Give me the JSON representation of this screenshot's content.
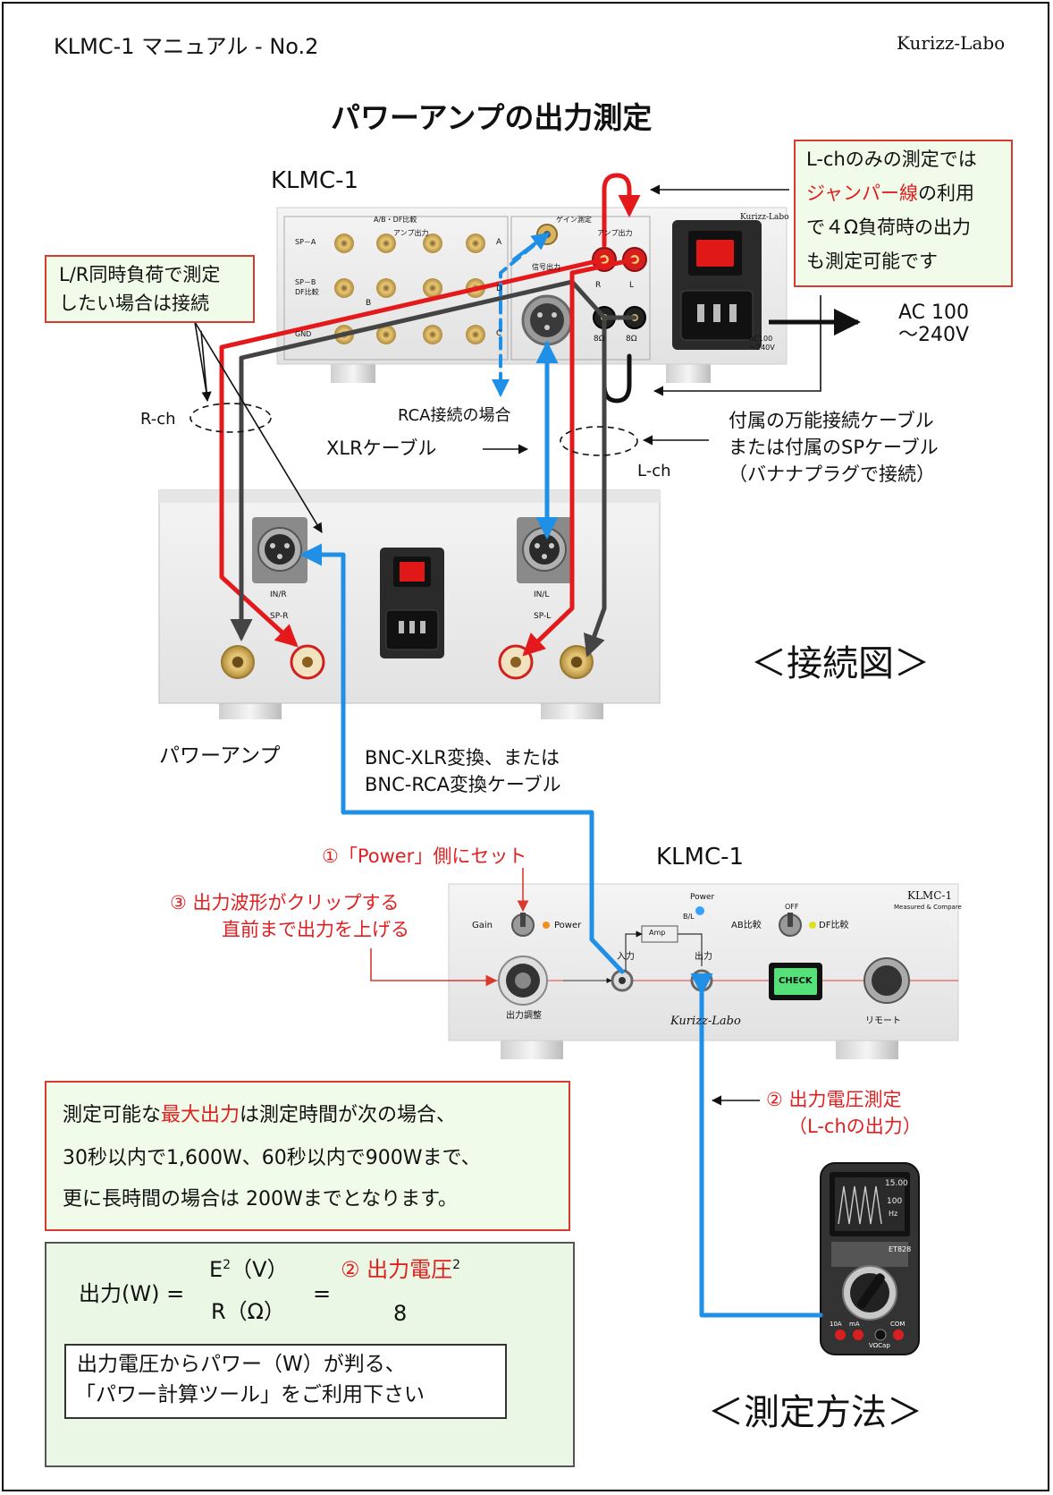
{
  "header": {
    "doc_title": "KLMC-1 マニュアル - No.2",
    "brand": "Kurizz-Labo",
    "main_title": "パワーアンプの出力測定"
  },
  "labels": {
    "klmc_top": "KLMC-1",
    "klmc_front": "KLMC-1",
    "power_amp": "パワーアンプ",
    "rch": "R-ch",
    "lch": "L-ch",
    "rca_case": "RCA接続の場合",
    "xlr_cable": "XLRケーブル",
    "ac": "AC 100",
    "ac2": "～240V",
    "accessory1": "付属の万能接続ケーブル",
    "accessory2": "または付属のSPケーブル",
    "accessory3": "（バナナプラグで接続）",
    "bnc1": "BNC-XLR変換、または",
    "bnc2": "BNC-RCA変換ケーブル",
    "step1": "①「Power」側にセット",
    "step3a": "③ 出力波形がクリップする",
    "step3b": "直前まで出力を上げる",
    "step2a": "② 出力電圧測定",
    "step2b": "（L-chの出力）",
    "conn_diagram": "＜接続図＞",
    "method": "＜測定方法＞"
  },
  "notes": {
    "lr_simul_1": "L/R同時負荷で測定",
    "lr_simul_2": "したい場合は接続",
    "lch_only_1": "L-chのみの測定では",
    "lch_only_2a": "ジャンパー線",
    "lch_only_2b": "の利用",
    "lch_only_3": "で４Ω負荷時の出力",
    "lch_only_4": "も測定可能です"
  },
  "max_output": {
    "line1a": "測定可能な",
    "line1b": "最大出力",
    "line1c": "は測定時間が次の場合、",
    "line2": "30秒以内で1,600W、60秒以内で900Wまで、",
    "line3": "更に長時間の場合は 200Wまでとなります。"
  },
  "formula": {
    "lhs": "出力(W) =",
    "num1": "E",
    "num1_sup": "2",
    "num1_unit": "（V）",
    "den1": "R（Ω）",
    "eq": "=",
    "num2": "② 出力電圧",
    "num2_sup": "2",
    "den2": "8",
    "tool1": "出力電圧からパワー（W）が判る、",
    "tool2": "「パワー計算ツール」をご利用下さい"
  },
  "device_top": {
    "ab_df": "A/B・DF比較",
    "amp_out": "アンプ出力",
    "gain_meas": "ゲイン測定",
    "amp_out2": "アンプ出力",
    "sig_out": "信号出力",
    "sp_a": "SP－A",
    "sp_b": "SP－B",
    "df_cmp": "DF比較",
    "gnd": "GND",
    "ch_a": "A",
    "ch_b": "B",
    "ch_d": "D",
    "ch_r": "R",
    "ch_l": "L",
    "ch_c": "C",
    "ohm_r": "8Ω",
    "ohm_l": "8Ω",
    "brand": "Kurizz-Labo",
    "ac_rating1": "AC100",
    "ac_rating2": "～240V"
  },
  "device_amp": {
    "in_r": "IN/R",
    "in_l": "IN/L",
    "sp_r": "SP-R",
    "sp_l": "SP-L"
  },
  "device_front": {
    "gain": "Gain",
    "power": "Power",
    "power_led": "Power",
    "amp": "Amp",
    "input": "入力",
    "output": "出力",
    "off": "OFF",
    "ab_cmp": "AB比較",
    "df_cmp": "DF比較",
    "check": "CHECK",
    "out_adj": "出力調整",
    "remote": "リモート",
    "model": "KLMC-1",
    "model_sub": "Measured & Compare",
    "logo": "Kurizz-Labo",
    "bl": "B/L"
  },
  "meter": {
    "brand": "ET828",
    "range": "10A",
    "ma": "mA",
    "com": "COM",
    "v": "VΩCap",
    "disp1": "15.00",
    "disp2": "100",
    "disp3": "Hz"
  },
  "colors": {
    "red_wire": "#e4191c",
    "dark_wire": "#444444",
    "blue_wire": "#1f90e6",
    "note_red": "#d83a30"
  }
}
